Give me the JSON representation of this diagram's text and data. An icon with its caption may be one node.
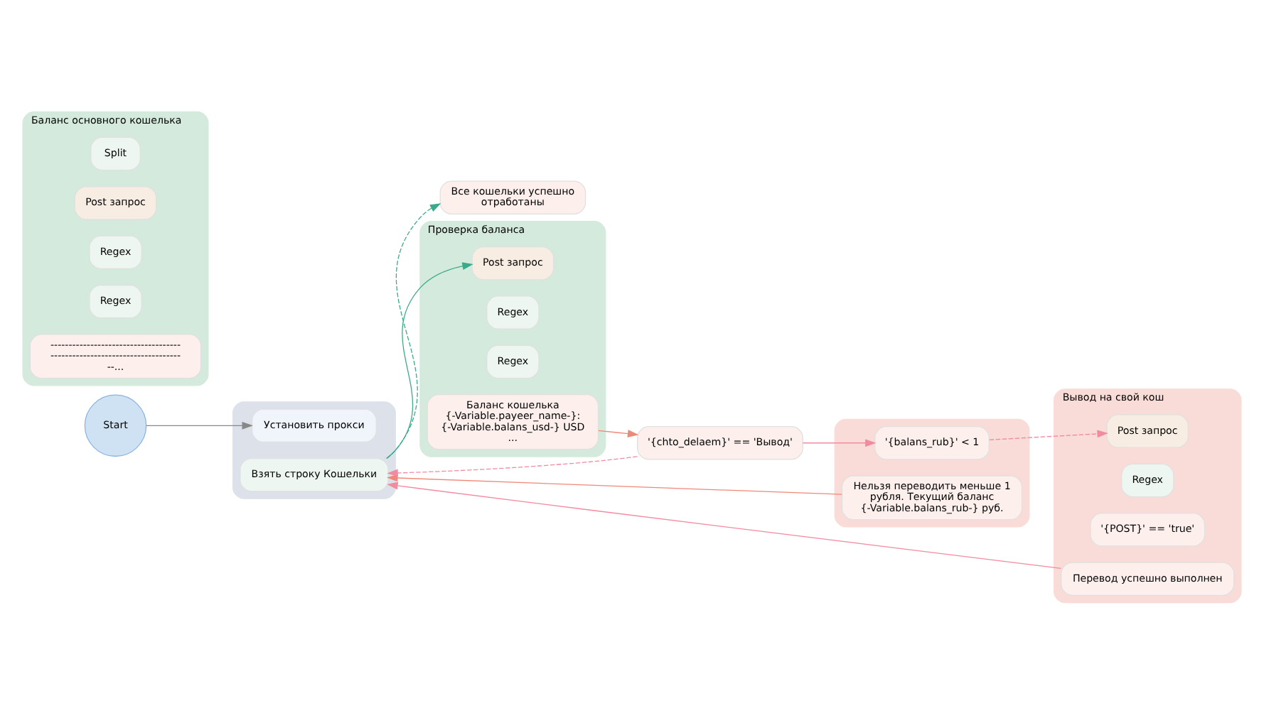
{
  "diagram": {
    "nodes": [
      {
        "text": [
          "Start"
        ]
      },
      {
        "text": [],
        "shape": "box"
      },
      {
        "text": [
          "Установить прокси"
        ],
        "in": 1
      },
      {
        "text": [
          "Взять строку Кошельки"
        ],
        "in": 1
      },
      {
        "text": [],
        "shape": "box"
      },
      {
        "text": [
          "'{balans_rub}' < 1"
        ],
        "in": 4
      },
      {
        "text": [
          "Нельзя переводить меньше 1 рубля. Текущий баланс {-Variable.balans_rub-} руб."
        ],
        "in": 4
      },
      {
        "text": [
          "Все кошельки успешно отработаны"
        ]
      },
      {
        "text": [
          "Проверка баланса"
        ]
      },
      {
        "text": [
          "Post запрос"
        ],
        "in": 8
      },
      {
        "text": [
          "Regex"
        ],
        "in": 8
      },
      {
        "text": [
          "Regex"
        ],
        "in": 8
      },
      {
        "text": [
          "Баланс кошелька {-Variable.payeer_name-}: {-Variable.balans_usd-} USD ..."
        ],
        "in": 8
      },
      {
        "text": [
          "Вывод на свой кош"
        ]
      },
      {
        "text": [
          "Post запрос"
        ],
        "in": 13
      },
      {
        "text": [
          "Regex"
        ],
        "in": 13
      },
      {
        "text": [
          "'{POST}' == 'true'"
        ],
        "in": 13
      },
      {
        "text": [
          "Перевод успешно выполнен"
        ],
        "in": 13
      },
      {
        "text": [
          "Баланс основного кошелька"
        ]
      },
      {
        "text": [
          "Split"
        ],
        "in": 18
      },
      {
        "text": [
          "Post запрос"
        ],
        "in": 18
      },
      {
        "text": [
          "Regex"
        ],
        "in": 18
      },
      {
        "text": [
          "Regex"
        ],
        "in": 18
      },
      {
        "text": [
          "------------------------------------ ------------------------------------ --..."
        ],
        "in": 18
      },
      {
        "text": [
          "'{chto_delaem}' == 'Вывод'"
        ]
      }
    ],
    "edges": [
      {
        "from": 0,
        "to": 2,
        "arrow": "to",
        "color": "#888888"
      },
      {
        "from": 3,
        "to": 9,
        "arrow": "to",
        "color": "#3aaa8a"
      },
      {
        "from": 3,
        "to": 7,
        "arrow": "to",
        "style": "dashed",
        "color": "#3aaa8a"
      },
      {
        "from": 6,
        "to": 3,
        "arrow": "to",
        "color": "#f08878"
      },
      {
        "from": 12,
        "to": 24,
        "arrow": "to",
        "color": "#f08878"
      },
      {
        "from": 24,
        "to": 3,
        "arrow": "to",
        "style": "dashed"
      },
      {
        "from": 24,
        "to": 5,
        "arrow": "to"
      },
      {
        "from": 5,
        "to": 14,
        "arrow": "to",
        "style": "dashed"
      },
      {
        "from": 17,
        "to": 3,
        "arrow": "to"
      }
    ]
  }
}
